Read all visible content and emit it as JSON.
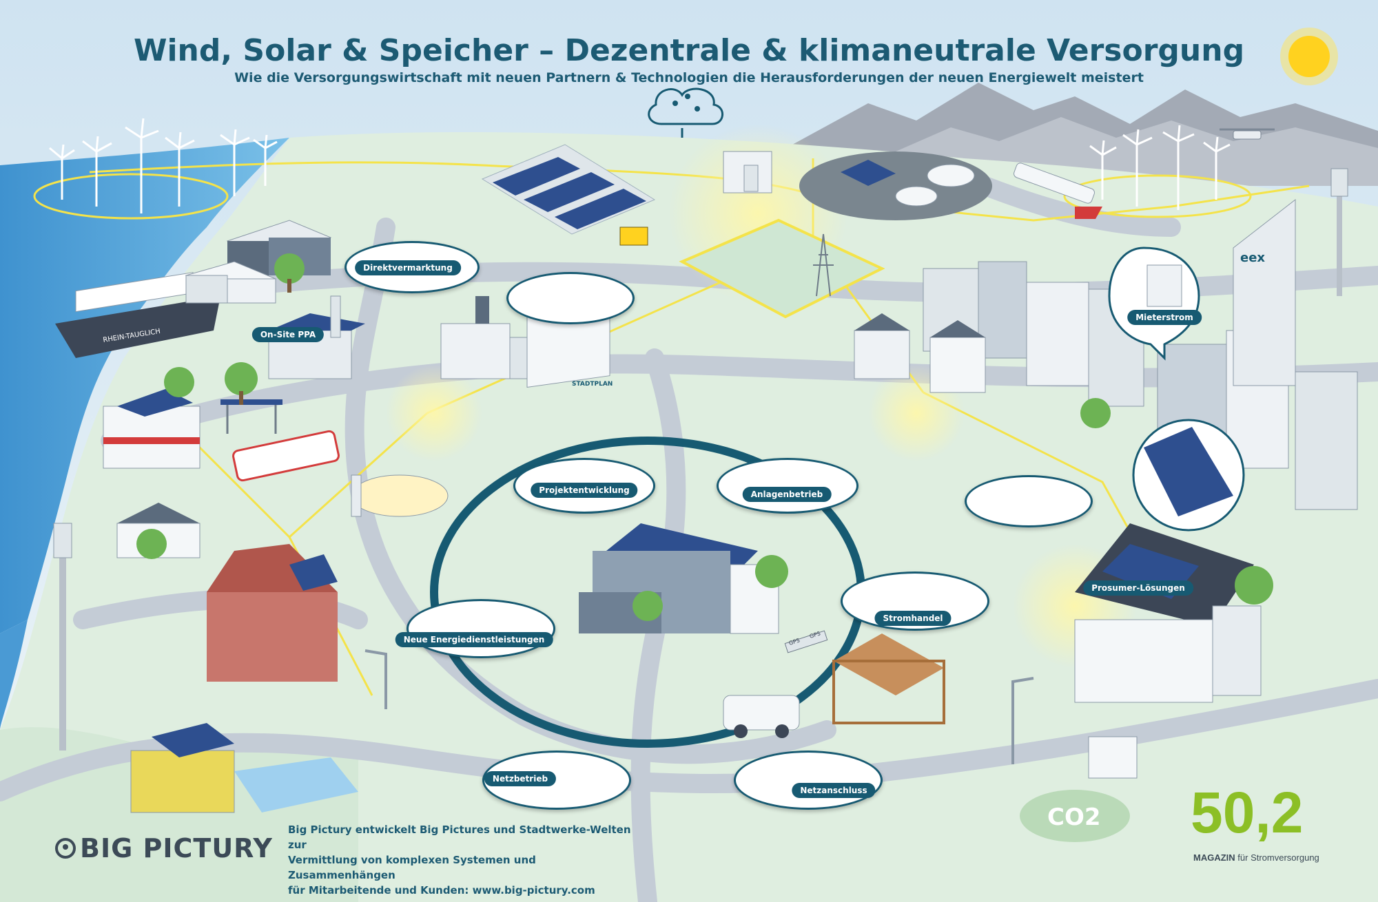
{
  "title": "Wind, Solar & Speicher – Dezentrale & klimaneutrale Versorgung",
  "subtitle": "Wie die Versorgungswirtschaft mit neuen Partnern & Technologien die Herausforderungen der neuen Energiewelt meistert",
  "labels": {
    "direktvermarktung": "Direktvermarktung",
    "onsite_ppa": "On-Site PPA",
    "mieterstrom": "Mieterstrom",
    "projektentwicklung": "Projektentwicklung",
    "anlagenbetrieb": "Anlagenbetrieb",
    "stromhandel": "Stromhandel",
    "neue_energiedienstleistungen": "Neue Energiedienstleistungen",
    "prosumer": "Prosumer-Lösungen",
    "netzbetrieb": "Netzbetrieb",
    "netzanschluss": "Netzanschluss"
  },
  "signs": {
    "ship": "RHEIN-TAUGLICH",
    "stadtplan": "STADTPLAN",
    "eex": "eex",
    "co2": "CO2",
    "gps1": "GPS",
    "gps2": "GPS"
  },
  "footer": {
    "logo": "BIG PICTURY",
    "line1": "Big Pictury entwickelt Big Pictures und Stadtwerke-Welten zur",
    "line2": "Vermittlung von komplexen Systemen und Zusammenhängen",
    "line3": "für Mitarbeitende und Kunden: www.big-pictury.com"
  },
  "brand": {
    "number": "50,2",
    "magazin": "MAGAZIN",
    "rest": " für Stromversorgung"
  },
  "colors": {
    "primary": "#175a72",
    "ground": "#dfeee0",
    "road": "#c4ccd6",
    "water": "#59a9dd",
    "grid_line": "#f4e34a",
    "accent_green": "#8cbf26"
  }
}
